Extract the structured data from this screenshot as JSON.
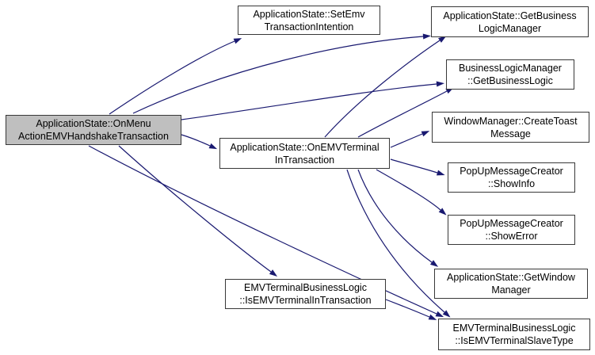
{
  "diagram": {
    "type": "call-graph",
    "edge_color": "#191970",
    "node_border_color": "#383838",
    "node_fill": "#ffffff",
    "highlight_fill": "#bfbfbf",
    "nodes": [
      {
        "id": "onmenu-action-emv-handshake-transaction",
        "label": "ApplicationState::OnMenu\nActionEMVHandshakeTransaction",
        "highlight": true
      },
      {
        "id": "set-emv-transaction-intention",
        "label": "ApplicationState::SetEmv\nTransactionIntention"
      },
      {
        "id": "on-emv-terminal-in-transaction",
        "label": "ApplicationState::OnEMVTerminal\nInTransaction"
      },
      {
        "id": "is-emv-terminal-in-transaction",
        "label": "EMVTerminalBusinessLogic\n::IsEMVTerminalInTransaction"
      },
      {
        "id": "get-business-logic-manager",
        "label": "ApplicationState::GetBusiness\nLogicManager"
      },
      {
        "id": "get-business-logic",
        "label": "BusinessLogicManager\n::GetBusinessLogic"
      },
      {
        "id": "create-toast-message",
        "label": "WindowManager::CreateToast\nMessage"
      },
      {
        "id": "show-info",
        "label": "PopUpMessageCreator\n::ShowInfo"
      },
      {
        "id": "show-error",
        "label": "PopUpMessageCreator\n::ShowError"
      },
      {
        "id": "get-window-manager",
        "label": "ApplicationState::GetWindow\nManager"
      },
      {
        "id": "is-emv-terminal-slave-type",
        "label": "EMVTerminalBusinessLogic\n::IsEMVTerminalSlaveType"
      }
    ],
    "edges": [
      {
        "from": "onmenu-action-emv-handshake-transaction",
        "to": "set-emv-transaction-intention",
        "curve": [
          138,
          144,
          200,
          102,
          258,
          68,
          296,
          52
        ]
      },
      {
        "from": "onmenu-action-emv-handshake-transaction",
        "to": "get-business-logic-manager",
        "curve": [
          168,
          143,
          290,
          86,
          430,
          54,
          534,
          46
        ]
      },
      {
        "from": "onmenu-action-emv-handshake-transaction",
        "to": "get-business-logic",
        "curve": [
          229,
          151,
          330,
          137,
          465,
          114,
          551,
          106
        ]
      },
      {
        "from": "onmenu-action-emv-handshake-transaction",
        "to": "on-emv-terminal-in-transaction",
        "curve": [
          229,
          170,
          242,
          174,
          254,
          179,
          265,
          184
        ]
      },
      {
        "from": "onmenu-action-emv-handshake-transaction",
        "to": "is-emv-terminal-in-transaction",
        "curve": [
          150,
          184,
          212,
          240,
          300,
          312,
          342,
          343
        ]
      },
      {
        "from": "onmenu-action-emv-handshake-transaction",
        "to": "is-emv-terminal-slave-type",
        "curve": [
          112,
          184,
          250,
          258,
          460,
          355,
          551,
          396
        ]
      },
      {
        "from": "on-emv-terminal-in-transaction",
        "to": "get-business-logic-manager",
        "curve": [
          410,
          173,
          452,
          126,
          515,
          78,
          555,
          51
        ]
      },
      {
        "from": "on-emv-terminal-in-transaction",
        "to": "get-business-logic",
        "curve": [
          452,
          173,
          492,
          151,
          540,
          128,
          564,
          115
        ]
      },
      {
        "from": "on-emv-terminal-in-transaction",
        "to": "create-toast-message",
        "curve": [
          493,
          186,
          507,
          180,
          521,
          174,
          533,
          169
        ]
      },
      {
        "from": "on-emv-terminal-in-transaction",
        "to": "show-info",
        "curve": [
          493,
          201,
          513,
          207,
          533,
          212,
          552,
          218
        ]
      },
      {
        "from": "on-emv-terminal-in-transaction",
        "to": "show-error",
        "curve": [
          475,
          214,
          505,
          231,
          540,
          251,
          556,
          265
        ]
      },
      {
        "from": "on-emv-terminal-in-transaction",
        "to": "get-window-manager",
        "curve": [
          452,
          214,
          470,
          262,
          505,
          302,
          545,
          331
        ]
      },
      {
        "from": "on-emv-terminal-in-transaction",
        "to": "is-emv-terminal-slave-type",
        "curve": [
          438,
          214,
          462,
          285,
          505,
          345,
          561,
          394
        ]
      },
      {
        "from": "is-emv-terminal-in-transaction",
        "to": "is-emv-terminal-slave-type",
        "curve": [
          487,
          378,
          508,
          386,
          530,
          395,
          542,
          400
        ]
      }
    ]
  }
}
